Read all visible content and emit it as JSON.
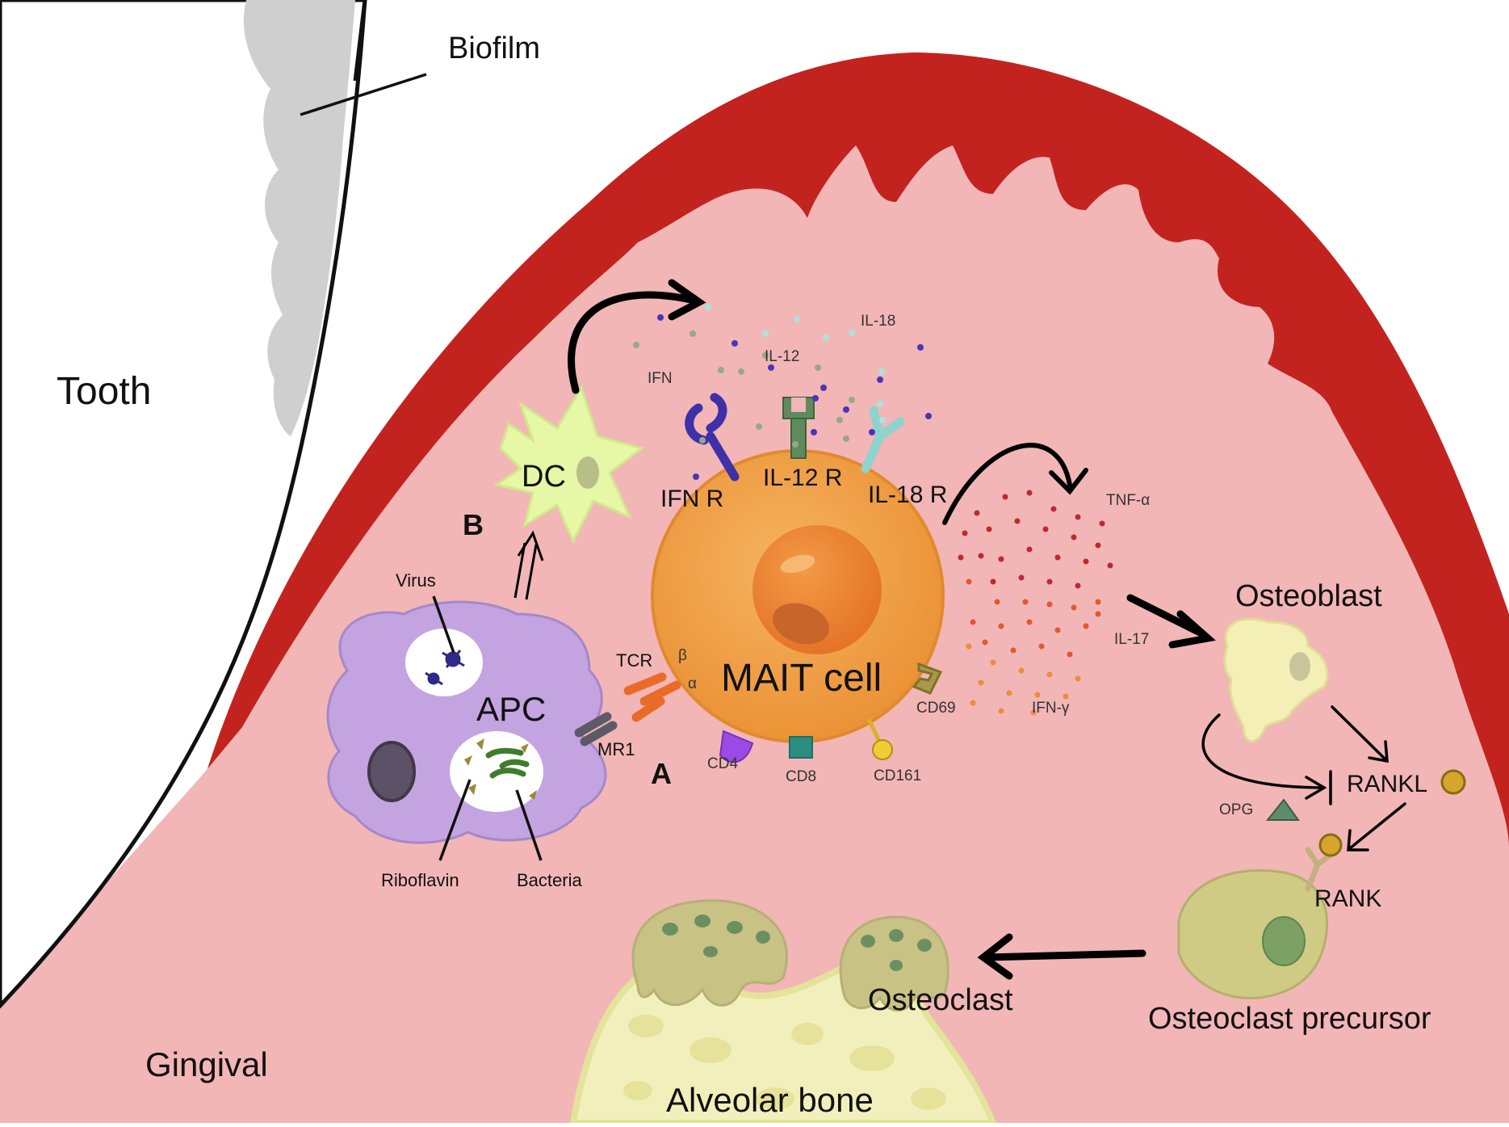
{
  "labels": {
    "tooth": "Tooth",
    "biofilm": "Biofilm",
    "gingival": "Gingival",
    "alveolar_bone": "Alveolar bone",
    "dc": "DC",
    "apc": "APC",
    "mait_cell": "MAIT cell",
    "osteoblast": "Osteoblast",
    "osteoclast": "Osteoclast",
    "osteoclast_precursor": "Osteoclast precursor",
    "virus": "Virus",
    "riboflavin": "Riboflavin",
    "bacteria": "Bacteria",
    "tcr": "TCR",
    "beta": "β",
    "alpha": "α",
    "mr1": "MR1",
    "marker_a": "A",
    "marker_b": "B",
    "cd4": "CD4",
    "cd8": "CD8",
    "cd161": "CD161",
    "cd69": "CD69",
    "ifn_r": "IFN R",
    "il12_r": "IL-12 R",
    "il18_r": "IL-18 R",
    "ifn": "IFN",
    "il12": "IL-12",
    "il18": "IL-18",
    "tnf_alpha": "TNF-α",
    "il17": "IL-17",
    "ifn_gamma": "IFN-γ",
    "rankl": "RANKL",
    "rank": "RANK",
    "opg": "OPG"
  },
  "colors": {
    "gum_outer": "#c3231e",
    "gum_inner": "#f2b6b6",
    "tooth": "#ffffff",
    "biofilm": "#cfcfcf",
    "bone": "#f1f0bd",
    "apc": "#c3a4e0",
    "dc": "#e6f7a6",
    "mait": "#f0a24b",
    "mait_nucleus": "#ec8030",
    "osteoblast": "#f3efb6",
    "osteoclast_precursor": "#cfcb85",
    "osteoclast": "#c9c285",
    "rankl": "#d6a52b",
    "opg": "#5f8c6d",
    "ifn_dot": "#4a35b8",
    "il12_dot": "#95a98a",
    "il18_dot": "#a9e3de",
    "tnf_dot": "#c0282c",
    "il17_dot": "#e4572e",
    "ifng_dot": "#f08a3c"
  },
  "icons": [
    "tooth-shape",
    "biofilm-shape",
    "gum-shape",
    "bone-shape",
    "dc-cell-icon",
    "apc-cell-icon",
    "mait-cell-icon",
    "osteoblast-cell-icon",
    "osteoclast-cell-icon",
    "osteoclast-precursor-icon",
    "virus-icon",
    "bacteria-icon",
    "riboflavin-icon",
    "tcr-receptor-icon",
    "mr1-receptor-icon",
    "ifn-receptor-icon",
    "il12-receptor-icon",
    "il18-receptor-icon",
    "cd4-icon",
    "cd8-icon",
    "cd161-icon",
    "cd69-icon",
    "rankl-icon",
    "rank-receptor-icon",
    "opg-icon"
  ]
}
